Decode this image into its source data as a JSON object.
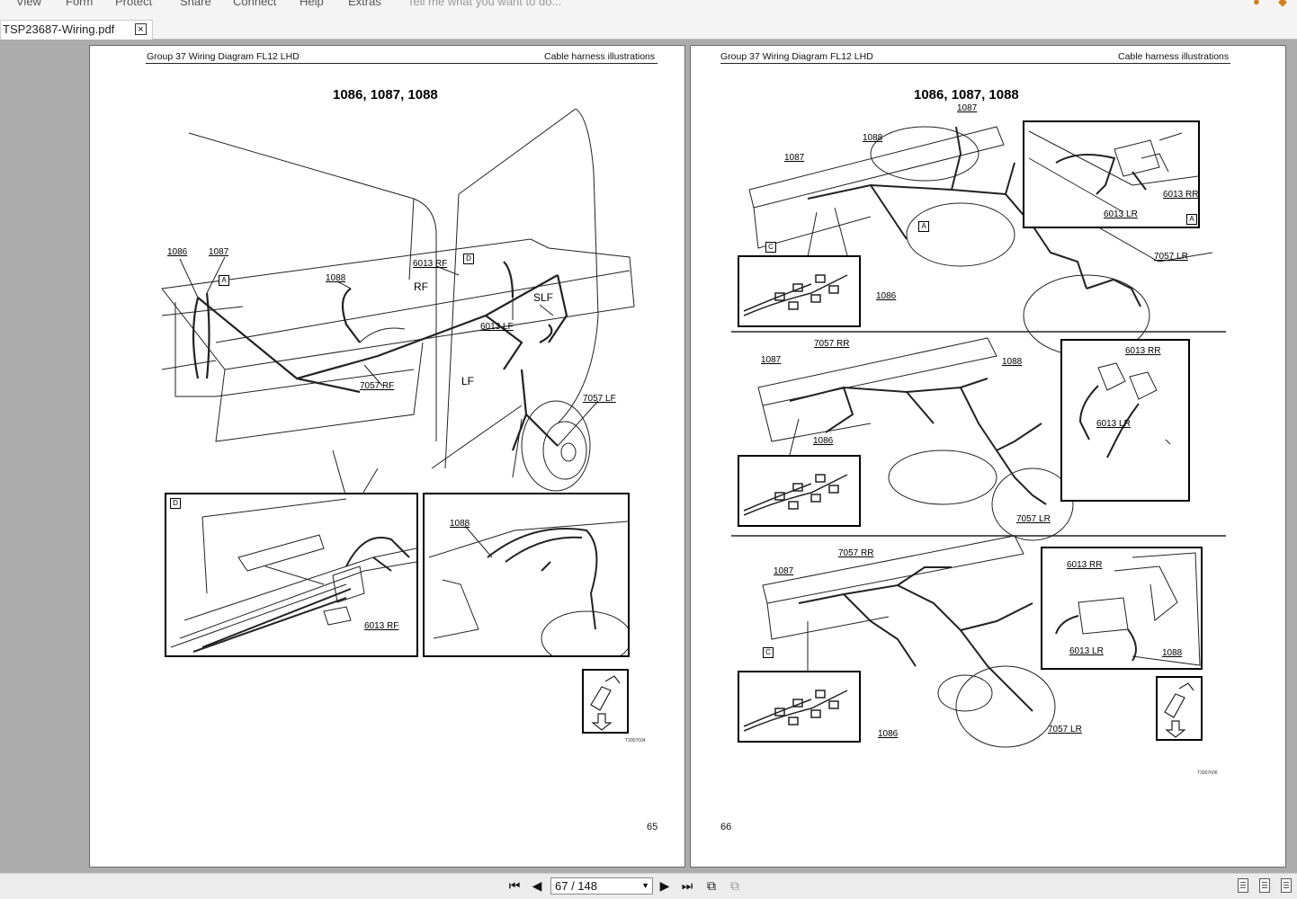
{
  "menubar": {
    "items": [
      "View",
      "Form",
      "Protect",
      "Share",
      "Connect",
      "Help",
      "Extras"
    ],
    "tell_me": "Tell me what you want to do..."
  },
  "tab": {
    "title": "TSP23687-Wiring.pdf",
    "close": "×"
  },
  "pages": {
    "left": {
      "header_left": "Group 37 Wiring Diagram FL12 LHD",
      "header_right": "Cable harness illustrations",
      "title": "1086, 1087, 1088",
      "page_number": "65",
      "code": "T3007604",
      "labels": {
        "l1086": "1086",
        "l1087": "1087",
        "l1088": "1088",
        "l6013rf": "6013 RF",
        "rf": "RF",
        "slf": "SLF",
        "l6013lf": "6013 LF",
        "l7057rf": "7057 RF",
        "lf": "LF",
        "l7057lf": "7057 LF",
        "a": "A",
        "d": "D",
        "inset_d": "D",
        "inset_6013rf": "6013 RF",
        "inset_1088": "1088"
      }
    },
    "right": {
      "header_left": "Group 37 Wiring Diagram FL12 LHD",
      "header_right": "Cable harness illustrations",
      "title": "1086, 1087, 1088",
      "page_number": "66",
      "code": "T3007606",
      "labels": {
        "t1087": "1087",
        "t1088": "1088",
        "t1087b": "1087",
        "t6013rr": "6013 RR",
        "t6013lr": "6013 LR",
        "ta": "A",
        "ta2": "A",
        "tc": "C",
        "t1086": "1086",
        "t7057lr": "7057 LR",
        "m7057rr": "7057 RR",
        "m1087": "1087",
        "m1088": "1088",
        "m6013rr": "6013 RR",
        "m6013lr": "6013 LR",
        "m1086": "1086",
        "m7057lr": "7057 LR",
        "b7057rr": "7057 RR",
        "b1087": "1087",
        "b6013rr": "6013 RR",
        "b6013lr": "6013 LR",
        "b1088": "1088",
        "bc": "C",
        "b1086": "1086",
        "b7057lr": "7057 LR"
      }
    }
  },
  "statusbar": {
    "page_indicator": "67 / 148"
  }
}
